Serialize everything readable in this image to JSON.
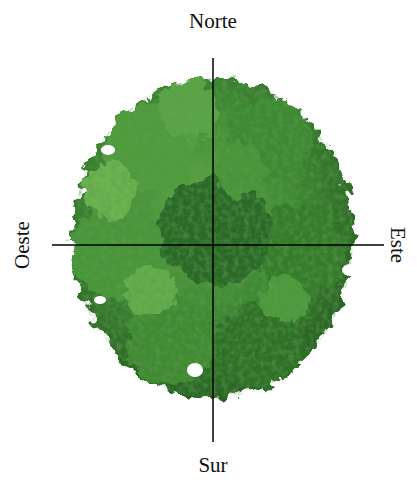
{
  "diagram": {
    "labels": [
      "Norte",
      "Oeste",
      "Este",
      "Sur"
    ]
  }
}
